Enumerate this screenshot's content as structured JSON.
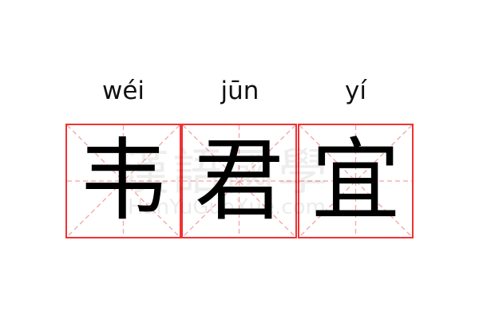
{
  "pinyin": [
    "wéi",
    "jūn",
    "yí"
  ],
  "characters": [
    "韦",
    "君",
    "宜"
  ],
  "watermark": {
    "logo": "漢語國學",
    "site": "HanYuGuoXue.com"
  },
  "colors": {
    "border": "#ee3333",
    "guide": "#f5a3a3"
  }
}
